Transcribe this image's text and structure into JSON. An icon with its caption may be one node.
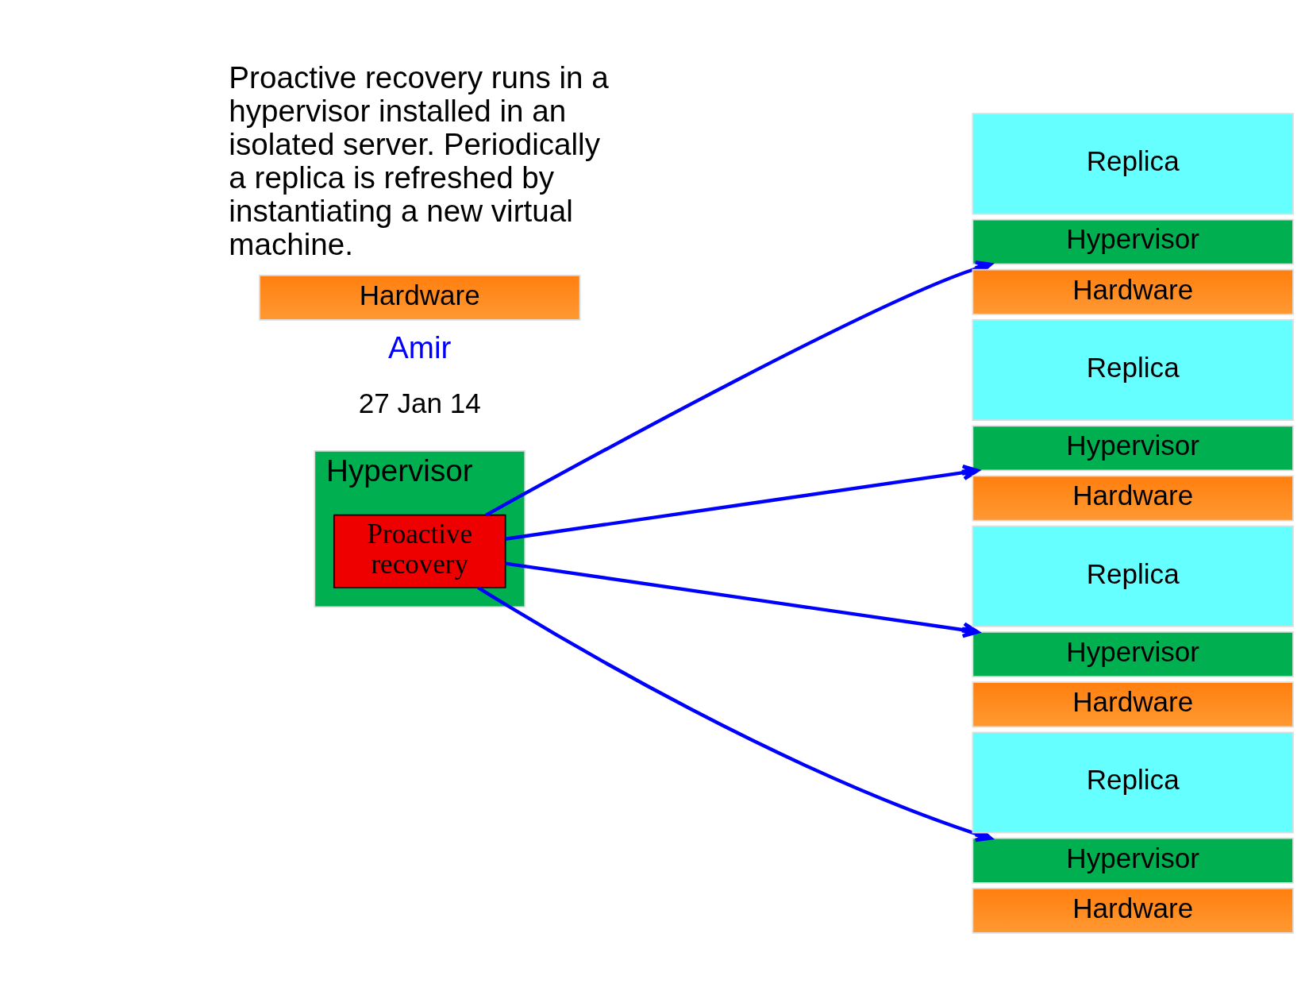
{
  "diagram": {
    "nodes": [
      {
        "text": [
          "Hypervisor"
        ]
      },
      {
        "text": [
          "Proactive recovery"
        ],
        "in": 0
      },
      {
        "text": [
          "Hardware"
        ]
      },
      {
        "text": [
          "Replica"
        ]
      },
      {
        "text": [
          "Hypervisor"
        ]
      },
      {
        "text": [
          "Hardware"
        ]
      },
      {
        "text": [
          "Replica"
        ]
      },
      {
        "text": [
          "Hypervisor"
        ]
      },
      {
        "text": [
          "Hardware"
        ]
      },
      {
        "text": [
          "Replica"
        ]
      },
      {
        "text": [
          "Hypervisor"
        ]
      },
      {
        "text": [
          "Hardware"
        ]
      },
      {
        "text": [
          "Replica"
        ]
      },
      {
        "text": [
          "Hypervisor"
        ]
      },
      {
        "text": [
          "Hardware"
        ]
      }
    ],
    "edges": [
      {
        "from": 1,
        "to": 4,
        "arrow": "to"
      },
      {
        "from": 1,
        "to": 7,
        "arrow": "to"
      },
      {
        "from": 1,
        "to": 10,
        "arrow": "to"
      },
      {
        "from": 1,
        "to": 13,
        "arrow": "to"
      }
    ],
    "labels": [
      "Proactive recovery runs in a hypervisor installed in an isolated server. Periodically a replica is refreshed by instantiating a new virtual machine.",
      "Amir",
      "27 Jan 14"
    ]
  }
}
